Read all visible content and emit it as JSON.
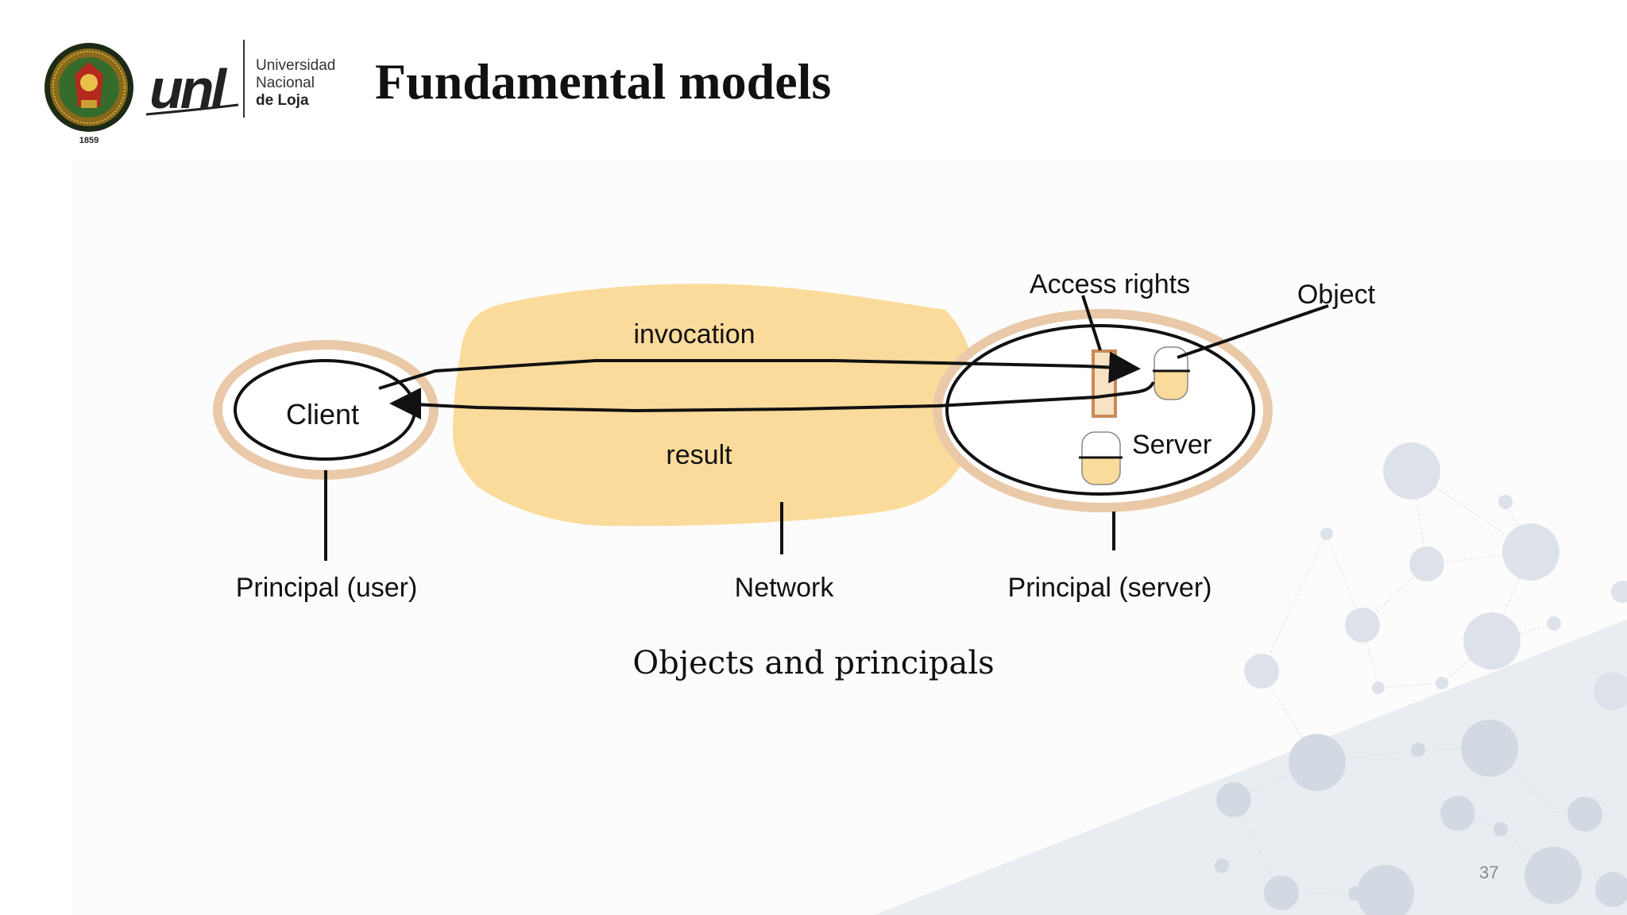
{
  "slide": {
    "title": "Fundamental models",
    "caption": "Objects and principals",
    "page_number": "37"
  },
  "logo": {
    "seal_year": "1859",
    "wordmark": "unl",
    "name_line1": "Universidad",
    "name_line2": "Nacional",
    "name_line3": "de Loja"
  },
  "diagram": {
    "client_label": "Client",
    "server_label": "Server",
    "invocation_label": "invocation",
    "result_label": "result",
    "access_rights_label": "Access rights",
    "object_label": "Object",
    "principal_user_label": "Principal (user)",
    "network_label": "Network",
    "principal_server_label": "Principal (server)"
  },
  "colors": {
    "network_cloud": "#fbdb9b",
    "principal_ring": "#e9c9a8",
    "object_fill": "#fbdb9b",
    "access_rights_box": "#c98a58"
  }
}
